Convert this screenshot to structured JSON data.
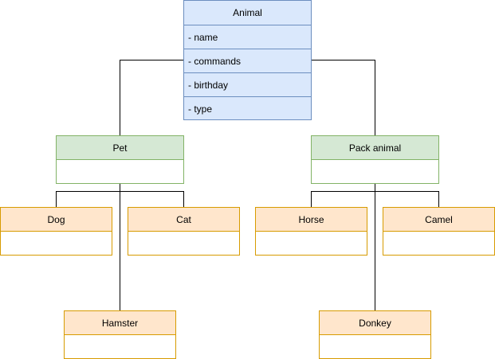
{
  "diagram": {
    "animal": {
      "title": "Animal",
      "fields": [
        "- name",
        "- commands",
        "- birthday",
        "- type"
      ]
    },
    "pet": {
      "title": "Pet"
    },
    "pack_animal": {
      "title": "Pack animal"
    },
    "dog": {
      "title": "Dog"
    },
    "cat": {
      "title": "Cat"
    },
    "hamster": {
      "title": "Hamster"
    },
    "horse": {
      "title": "Horse"
    },
    "camel": {
      "title": "Camel"
    },
    "donkey": {
      "title": "Donkey"
    }
  }
}
